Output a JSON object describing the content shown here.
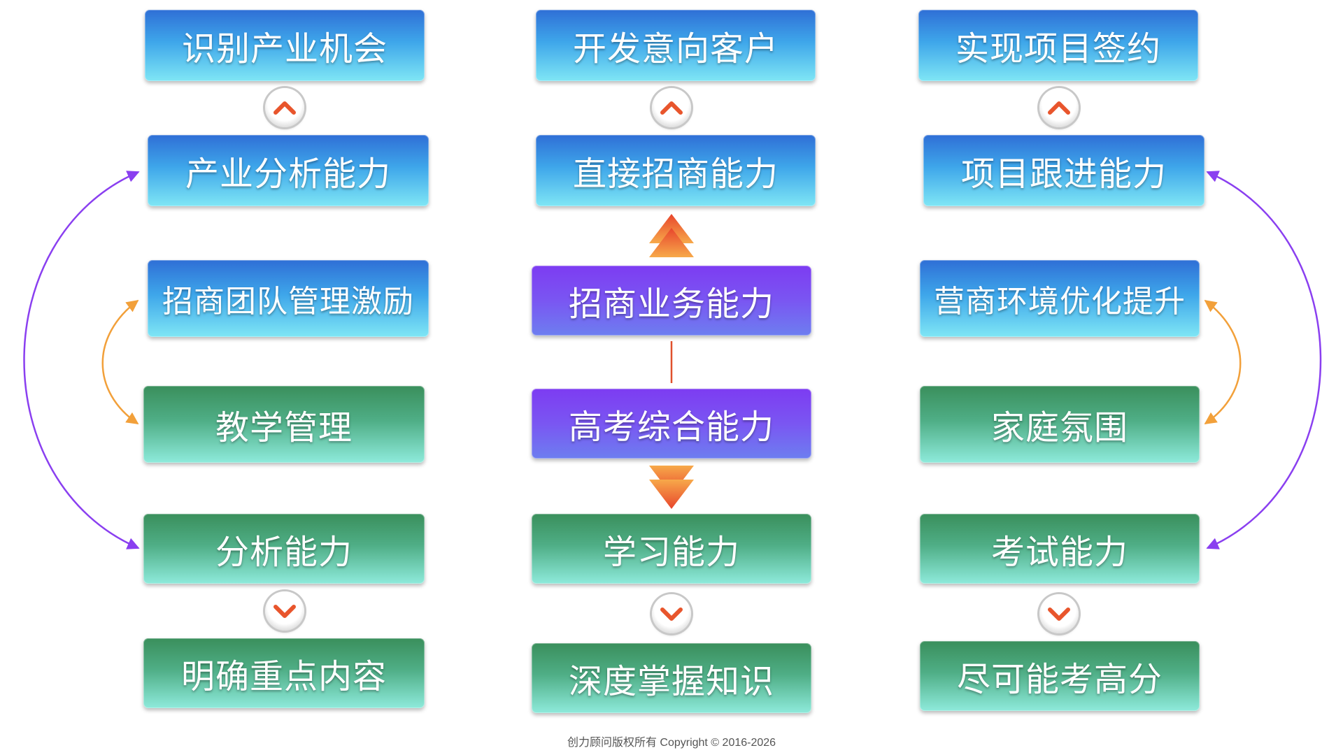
{
  "columns": {
    "left": {
      "top_goal": "识别产业机会",
      "capability": "产业分析能力",
      "mid_upper": "招商团队管理激励",
      "mid_lower": "教学管理",
      "lower_capability": "分析能力",
      "bottom_goal": "明确重点内容"
    },
    "center": {
      "top_goal": "开发意向客户",
      "capability": "直接招商能力",
      "core_upper": "招商业务能力",
      "core_lower": "高考综合能力",
      "lower_capability": "学习能力",
      "bottom_goal": "深度掌握知识"
    },
    "right": {
      "top_goal": "实现项目签约",
      "capability": "项目跟进能力",
      "mid_upper": "营商环境优化提升",
      "mid_lower": "家庭氛围",
      "lower_capability": "考试能力",
      "bottom_goal": "尽可能考高分"
    }
  },
  "colors": {
    "blue_box": "#3ea6ea",
    "green_box": "#4fae86",
    "purple_box": "#7a56f2",
    "outer_arc": "#8a3ff0",
    "inner_arc": "#f2a03a",
    "chevron": "#e8552c",
    "connector": "#e0502c"
  },
  "icons": {
    "up_chevron": "chevron-up-icon",
    "down_chevron": "chevron-down-icon",
    "triangle_up": "triangle-up-icon",
    "triangle_down": "triangle-down-icon"
  },
  "footer": "创力顾问版权所有 Copyright © 2016-2026"
}
